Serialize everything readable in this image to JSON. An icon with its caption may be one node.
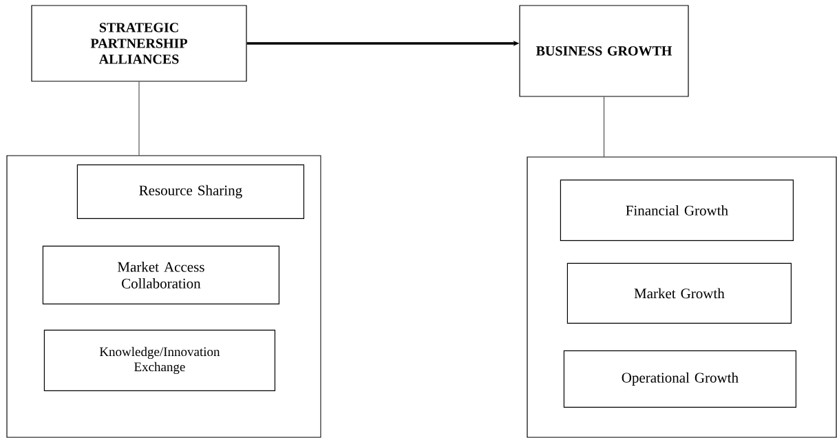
{
  "diagram": {
    "nodes": [
      {
        "text": [
          "STRATEGIC PARTNERSHIP ALLIANCES"
        ]
      },
      {
        "text": [
          "BUSINESS GROWTH"
        ]
      },
      {
        "text": [],
        "shape": "box"
      },
      {
        "text": [
          "Resource Sharing"
        ],
        "in": 2
      },
      {
        "text": [
          "Market Access Collaboration"
        ],
        "in": 2
      },
      {
        "text": [
          "Knowledge/Innovation Exchange"
        ],
        "in": 2
      },
      {
        "text": [],
        "shape": "box"
      },
      {
        "text": [
          "Financial Growth"
        ],
        "in": 6
      },
      {
        "text": [
          "Market Growth"
        ],
        "in": 6
      },
      {
        "text": [
          "Operational Growth"
        ],
        "in": 6
      }
    ],
    "edges": [
      {
        "from": 0,
        "to": 1,
        "arrow": "to",
        "style": "thick"
      },
      {
        "from": 0,
        "to": 2,
        "arrow": "none"
      },
      {
        "from": 1,
        "to": 6,
        "arrow": "none"
      }
    ]
  }
}
